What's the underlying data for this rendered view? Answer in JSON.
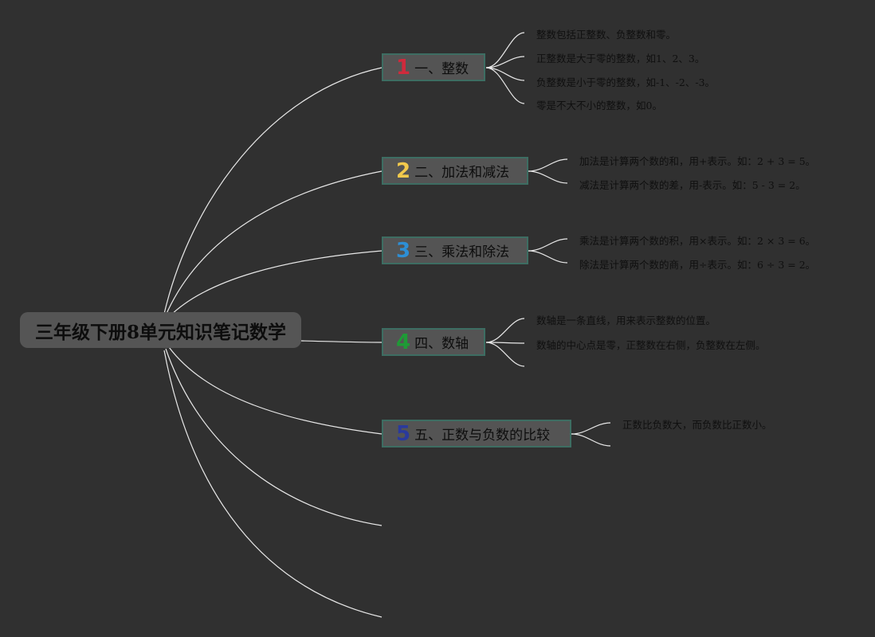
{
  "root": {
    "title": "三年级下册8单元知识笔记数学"
  },
  "colors": {
    "background": "#303030",
    "connector": "#e8e8e8",
    "topic_fill": "#545454",
    "topic_border": "#3d6d62"
  },
  "topics": [
    {
      "number": "1",
      "number_color": "#cf2a3c",
      "label": "一、整数",
      "leaves": [
        "整数包括正整数、负整数和零。",
        "正整数是大于零的整数，如1、2、3。",
        "负整数是小于零的整数，如-1、-2、-3。",
        "零是不大不小的整数，如0。"
      ]
    },
    {
      "number": "2",
      "number_color": "#f2c94c",
      "label": "二、加法和减法",
      "leaves": [
        "加法是计算两个数的和，用+表示。如：2 + 3 = 5。",
        "减法是计算两个数的差，用-表示。如：5 - 3 = 2。"
      ]
    },
    {
      "number": "3",
      "number_color": "#2d8fd6",
      "label": "三、乘法和除法",
      "leaves": [
        "乘法是计算两个数的积，用×表示。如：2 × 3 = 6。",
        "除法是计算两个数的商，用÷表示。如：6 ÷ 3 = 2。"
      ]
    },
    {
      "number": "4",
      "number_color": "#1f9a36",
      "label": "四、数轴",
      "leaves": [
        "数轴是一条直线，用来表示整数的位置。",
        "数轴的中心点是零，正整数在右侧，负整数在左侧。",
        ""
      ]
    },
    {
      "number": "5",
      "number_color": "#2a3a9c",
      "label": "五、正数与负数的比较",
      "leaves": [
        "正数比负数大，而负数比正数小。",
        ""
      ]
    }
  ]
}
